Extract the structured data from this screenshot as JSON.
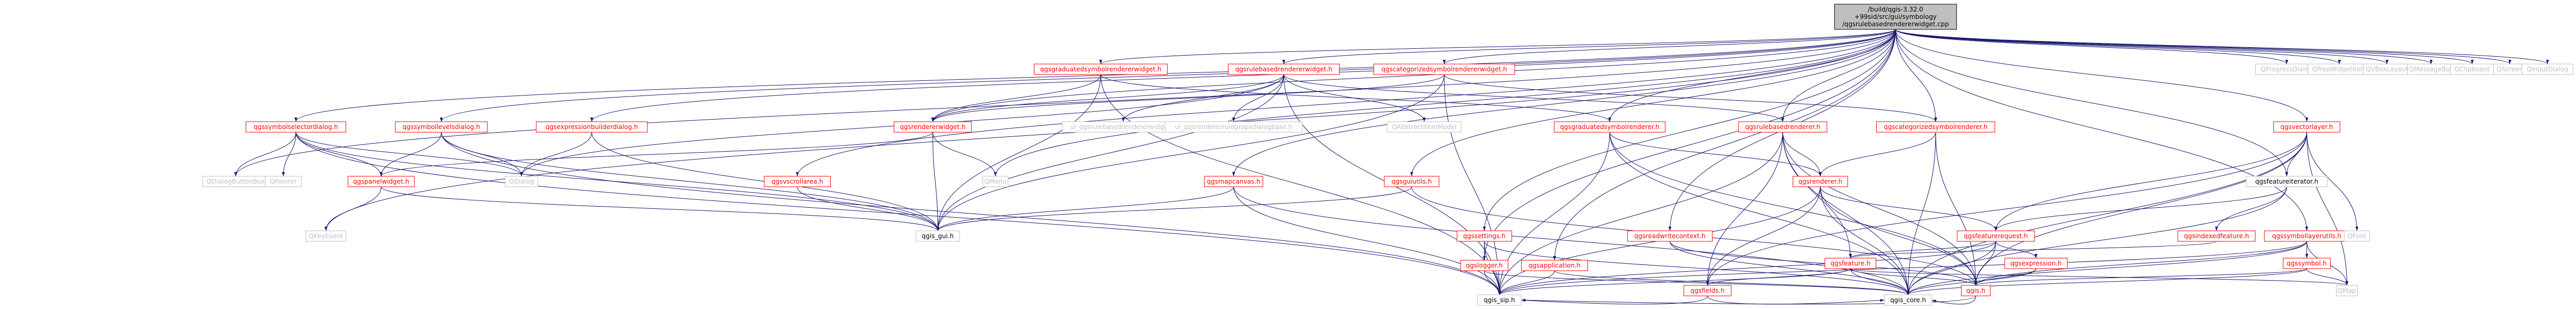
{
  "colors": {
    "edge": "#191970",
    "linked_text": "#ff0000",
    "unlinked_text": "#bfbfbf",
    "plain_text": "#000000",
    "root_fill": "#bfbfbf",
    "node_fill": "#ffffff",
    "node_stroke_linked": "#ff0000",
    "node_stroke_plain": "#bfbfbf"
  },
  "root": {
    "id": "root",
    "lines": [
      "/build/qgis-3.32.0",
      "+99sid/src/gui/symbology",
      "/qgsrulebasedrendererwidget.cpp"
    ]
  },
  "nodes": [
    {
      "id": "qgsgraduatedsymbolrendererwidget.h",
      "label": "qgsgraduatedsymbolrendererwidget.h",
      "style": "linked"
    },
    {
      "id": "qgsrulebasedrendererwidget.h",
      "label": "qgsrulebasedrendererwidget.h",
      "style": "linked"
    },
    {
      "id": "qgscategorizedsymbolrendererwidget.h",
      "label": "qgscategorizedsymbolrendererwidget.h",
      "style": "linked"
    },
    {
      "id": "qgsrendererwidget.h",
      "label": "qgsrendererwidget.h",
      "style": "linked"
    },
    {
      "id": "qgsgraduatedsymbolrenderer.h",
      "label": "qgsgraduatedsymbolrenderer.h",
      "style": "linked"
    },
    {
      "id": "qgsrulebasedrenderer.h",
      "label": "qgsrulebasedrenderer.h",
      "style": "linked"
    },
    {
      "id": "qgscategorizedsymbolrenderer.h",
      "label": "qgscategorizedsymbolrenderer.h",
      "style": "linked"
    },
    {
      "id": "qgsrenderer.h",
      "label": "qgsrenderer.h",
      "style": "linked"
    },
    {
      "id": "qgsfeaturerequest.h",
      "label": "qgsfeaturerequest.h",
      "style": "linked"
    },
    {
      "id": "qgsfeature.h",
      "label": "qgsfeature.h",
      "style": "linked"
    },
    {
      "id": "qgsfields.h",
      "label": "qgsfields.h",
      "style": "linked"
    },
    {
      "id": "qgis.h",
      "label": "qgis.h",
      "style": "linked"
    },
    {
      "id": "qgsexpression.h",
      "label": "qgsexpression.h",
      "style": "linked"
    },
    {
      "id": "qgsvectorlayer.h",
      "label": "qgsvectorlayer.h",
      "style": "linked"
    },
    {
      "id": "qgsfeatureiterator.h",
      "label": "qgsfeatureiterator.h",
      "style": "plain"
    },
    {
      "id": "qgsindexedfeature.h",
      "label": "qgsindexedfeature.h",
      "style": "linked"
    },
    {
      "id": "qgssymbollayerutils.h",
      "label": "qgssymbollayerutils.h",
      "style": "linked"
    },
    {
      "id": "qgssymbol.h",
      "label": "qgssymbol.h",
      "style": "linked"
    },
    {
      "id": "qgsreadwritecontext.h",
      "label": "qgsreadwritecontext.h",
      "style": "linked"
    },
    {
      "id": "qgssymbolselectordialog.h",
      "label": "qgssymbolselectordialog.h",
      "style": "linked"
    },
    {
      "id": "qgssymbollevelsdialog.h",
      "label": "qgssymbollevelsdialog.h",
      "style": "linked"
    },
    {
      "id": "qgsexpressionbuilderdialog.h",
      "label": "qgsexpressionbuilderdialog.h",
      "style": "linked"
    },
    {
      "id": "qgspanelwidget.h",
      "label": "qgspanelwidget.h",
      "style": "linked"
    },
    {
      "id": "qgsvscrollarea.h",
      "label": "qgsvscrollarea.h",
      "style": "linked"
    },
    {
      "id": "qgsmapcanvas.h",
      "label": "qgsmapcanvas.h",
      "style": "linked"
    },
    {
      "id": "qgsguiutils.h",
      "label": "qgsguiutils.h",
      "style": "linked"
    },
    {
      "id": "qgssettings.h",
      "label": "qgssettings.h",
      "style": "linked"
    },
    {
      "id": "qgslogger.h",
      "label": "qgslogger.h",
      "style": "linked"
    },
    {
      "id": "qgsapplication.h",
      "label": "qgsapplication.h",
      "style": "linked"
    },
    {
      "id": "qgis_gui.h",
      "label": "qgis_gui.h",
      "style": "plain"
    },
    {
      "id": "qgis_sip.h",
      "label": "qgis_sip.h",
      "style": "plain"
    },
    {
      "id": "qgis_core.h",
      "label": "qgis_core.h",
      "style": "plain"
    },
    {
      "id": "QDialog",
      "label": "QDialog",
      "style": "unlinked"
    },
    {
      "id": "QDialogButtonBox",
      "label": "QDialogButtonBox",
      "style": "unlinked"
    },
    {
      "id": "QPointer",
      "label": "QPointer",
      "style": "unlinked"
    },
    {
      "id": "QKeyEvent",
      "label": "QKeyEvent",
      "style": "unlinked"
    },
    {
      "id": "QMenu",
      "label": "QMenu",
      "style": "unlinked"
    },
    {
      "id": "ui_qgsrulebasedrendererwidget.h",
      "label": "ui_qgsrulebasedrendererwidget.h",
      "style": "unlinked"
    },
    {
      "id": "ui_qgsrendererrulepropsdialogbase.h",
      "label": "ui_qgsrendererrulepropsdialogbase.h",
      "style": "unlinked"
    },
    {
      "id": "QAbstractItemModel",
      "label": "QAbstractItemModel",
      "style": "unlinked"
    },
    {
      "id": "QFont",
      "label": "QFont",
      "style": "unlinked"
    },
    {
      "id": "QMap",
      "label": "QMap",
      "style": "unlinked"
    },
    {
      "id": "QProgressDialog",
      "label": "QProgressDialog",
      "style": "unlinked"
    },
    {
      "id": "QTreeWidgetItem",
      "label": "QTreeWidgetItem",
      "style": "unlinked"
    },
    {
      "id": "QVBoxLayout",
      "label": "QVBoxLayout",
      "style": "unlinked"
    },
    {
      "id": "QMessageBox",
      "label": "QMessageBox",
      "style": "unlinked"
    },
    {
      "id": "QClipboard",
      "label": "QClipboard",
      "style": "unlinked"
    },
    {
      "id": "QScreen",
      "label": "QScreen",
      "style": "unlinked"
    },
    {
      "id": "QInputDialog",
      "label": "QInputDialog",
      "style": "unlinked"
    }
  ],
  "edges": [
    [
      "root",
      "qgsgraduatedsymbolrendererwidget.h"
    ],
    [
      "root",
      "qgsrulebasedrendererwidget.h"
    ],
    [
      "root",
      "qgscategorizedsymbolrendererwidget.h"
    ],
    [
      "root",
      "qgsrendererwidget.h"
    ],
    [
      "root",
      "qgsgraduatedsymbolrenderer.h"
    ],
    [
      "root",
      "qgsrulebasedrenderer.h"
    ],
    [
      "root",
      "qgscategorizedsymbolrenderer.h"
    ],
    [
      "root",
      "qgsvectorlayer.h"
    ],
    [
      "root",
      "qgsfeatureiterator.h"
    ],
    [
      "root",
      "qgssymbollayerutils.h"
    ],
    [
      "root",
      "qgsreadwritecontext.h"
    ],
    [
      "root",
      "qgssymbolselectordialog.h"
    ],
    [
      "root",
      "qgssymbollevelsdialog.h"
    ],
    [
      "root",
      "qgsexpressionbuilderdialog.h"
    ],
    [
      "root",
      "qgsvscrollarea.h"
    ],
    [
      "root",
      "qgsmapcanvas.h"
    ],
    [
      "root",
      "qgsguiutils.h"
    ],
    [
      "root",
      "qgssettings.h"
    ],
    [
      "root",
      "qgslogger.h"
    ],
    [
      "root",
      "qgsapplication.h"
    ],
    [
      "root",
      "QDialogButtonBox"
    ],
    [
      "root",
      "QKeyEvent"
    ],
    [
      "root",
      "QMenu"
    ],
    [
      "root",
      "QProgressDialog"
    ],
    [
      "root",
      "QTreeWidgetItem"
    ],
    [
      "root",
      "QVBoxLayout"
    ],
    [
      "root",
      "QMessageBox"
    ],
    [
      "root",
      "QClipboard"
    ],
    [
      "root",
      "QScreen"
    ],
    [
      "root",
      "QInputDialog"
    ],
    [
      "qgsgraduatedsymbolrendererwidget.h",
      "qgsrendererwidget.h"
    ],
    [
      "qgsgraduatedsymbolrendererwidget.h",
      "qgsgraduatedsymbolrenderer.h"
    ],
    [
      "qgsgraduatedsymbolrendererwidget.h",
      "qgis_gui.h"
    ],
    [
      "qgsgraduatedsymbolrendererwidget.h",
      "qgis_sip.h"
    ],
    [
      "qgsrulebasedrendererwidget.h",
      "qgsrendererwidget.h"
    ],
    [
      "qgsrulebasedrendererwidget.h",
      "ui_qgsrulebasedrendererwidget.h"
    ],
    [
      "qgsrulebasedrendererwidget.h",
      "ui_qgsrendererrulepropsdialogbase.h"
    ],
    [
      "qgsrulebasedrendererwidget.h",
      "QAbstractItemModel"
    ],
    [
      "qgsrulebasedrendererwidget.h",
      "qgsrulebasedrenderer.h"
    ],
    [
      "qgsrulebasedrendererwidget.h",
      "QDialog"
    ],
    [
      "qgsrulebasedrendererwidget.h",
      "qgis_gui.h"
    ],
    [
      "qgsrulebasedrendererwidget.h",
      "qgis_sip.h"
    ],
    [
      "qgscategorizedsymbolrendererwidget.h",
      "qgsrendererwidget.h"
    ],
    [
      "qgscategorizedsymbolrendererwidget.h",
      "qgscategorizedsymbolrenderer.h"
    ],
    [
      "qgscategorizedsymbolrendererwidget.h",
      "qgis_gui.h"
    ],
    [
      "qgscategorizedsymbolrendererwidget.h",
      "qgis_sip.h"
    ],
    [
      "qgsrendererwidget.h",
      "QMenu"
    ],
    [
      "qgsrendererwidget.h",
      "qgis_gui.h"
    ],
    [
      "qgsrendererwidget.h",
      "qgspanelwidget.h"
    ],
    [
      "qgsgraduatedsymbolrenderer.h",
      "qgsrenderer.h"
    ],
    [
      "qgsgraduatedsymbolrenderer.h",
      "qgis_core.h"
    ],
    [
      "qgsgraduatedsymbolrenderer.h",
      "qgis_sip.h"
    ],
    [
      "qgsgraduatedsymbolrenderer.h",
      "qgis.h"
    ],
    [
      "qgsrulebasedrenderer.h",
      "qgsrenderer.h"
    ],
    [
      "qgsrulebasedrenderer.h",
      "qgis_core.h"
    ],
    [
      "qgsrulebasedrenderer.h",
      "qgis_sip.h"
    ],
    [
      "qgsrulebasedrenderer.h",
      "qgsfields.h"
    ],
    [
      "qgsrulebasedrenderer.h",
      "qgsfeature.h"
    ],
    [
      "qgsrulebasedrenderer.h",
      "qgis.h"
    ],
    [
      "qgscategorizedsymbolrenderer.h",
      "qgsrenderer.h"
    ],
    [
      "qgscategorizedsymbolrenderer.h",
      "qgis_core.h"
    ],
    [
      "qgscategorizedsymbolrenderer.h",
      "qgis.h"
    ],
    [
      "qgsrenderer.h",
      "qgis_core.h"
    ],
    [
      "qgsrenderer.h",
      "qgis_sip.h"
    ],
    [
      "qgsrenderer.h",
      "qgis.h"
    ],
    [
      "qgsrenderer.h",
      "qgsfields.h"
    ],
    [
      "qgsrenderer.h",
      "qgsfeaturerequest.h"
    ],
    [
      "qgsfeaturerequest.h",
      "qgis_core.h"
    ],
    [
      "qgsfeaturerequest.h",
      "qgis_sip.h"
    ],
    [
      "qgsfeaturerequest.h",
      "qgsfeature.h"
    ],
    [
      "qgsfeaturerequest.h",
      "qgsexpression.h"
    ],
    [
      "qgsfeaturerequest.h",
      "qgis.h"
    ],
    [
      "qgsfeature.h",
      "qgis_core.h"
    ],
    [
      "qgsfeature.h",
      "qgis_sip.h"
    ],
    [
      "qgsfeature.h",
      "qgsfields.h"
    ],
    [
      "qgsfeature.h",
      "qgis.h"
    ],
    [
      "qgsfeature.h",
      "QMap"
    ],
    [
      "qgsfields.h",
      "qgis_core.h"
    ],
    [
      "qgsfields.h",
      "qgis_sip.h"
    ],
    [
      "qgis.h",
      "qgis_core.h"
    ],
    [
      "qgis.h",
      "qgis_sip.h"
    ],
    [
      "qgsexpression.h",
      "qgis_core.h"
    ],
    [
      "qgsexpression.h",
      "qgis.h"
    ],
    [
      "qgsvectorlayer.h",
      "qgis_core.h"
    ],
    [
      "qgsvectorlayer.h",
      "QFont"
    ],
    [
      "qgsvectorlayer.h",
      "qgsfeatureiterator.h"
    ],
    [
      "qgsvectorlayer.h",
      "qgsfeaturerequest.h"
    ],
    [
      "qgsvectorlayer.h",
      "qgsfields.h"
    ],
    [
      "qgsvectorlayer.h",
      "qgis.h"
    ],
    [
      "qgsvectorlayer.h",
      "QMap"
    ],
    [
      "qgsfeatureiterator.h",
      "qgsfeaturerequest.h"
    ],
    [
      "qgsfeatureiterator.h",
      "qgsindexedfeature.h"
    ],
    [
      "qgsfeatureiterator.h",
      "qgis_core.h"
    ],
    [
      "qgsindexedfeature.h",
      "qgsfeature.h"
    ],
    [
      "qgssymbollayerutils.h",
      "qgis_core.h"
    ],
    [
      "qgssymbollayerutils.h",
      "qgis_sip.h"
    ],
    [
      "qgssymbollayerutils.h",
      "qgis.h"
    ],
    [
      "qgssymbollayerutils.h",
      "qgssymbol.h"
    ],
    [
      "qgssymbollayerutils.h",
      "QMap"
    ],
    [
      "qgssymbol.h",
      "qgis_core.h"
    ],
    [
      "qgssymbol.h",
      "qgis.h"
    ],
    [
      "qgssymbol.h",
      "QMap"
    ],
    [
      "qgsreadwritecontext.h",
      "qgis.h"
    ],
    [
      "qgsreadwritecontext.h",
      "qgis_core.h"
    ],
    [
      "qgssymbolselectordialog.h",
      "QDialog"
    ],
    [
      "qgssymbolselectordialog.h",
      "QDialogButtonBox"
    ],
    [
      "qgssymbolselectordialog.h",
      "QPointer"
    ],
    [
      "qgssymbolselectordialog.h",
      "qgspanelwidget.h"
    ],
    [
      "qgssymbolselectordialog.h",
      "qgis_gui.h"
    ],
    [
      "qgssymbolselectordialog.h",
      "qgis_sip.h"
    ],
    [
      "qgssymbollevelsdialog.h",
      "QDialog"
    ],
    [
      "qgssymbollevelsdialog.h",
      "qgspanelwidget.h"
    ],
    [
      "qgssymbollevelsdialog.h",
      "qgis_gui.h"
    ],
    [
      "qgssymbollevelsdialog.h",
      "qgis_sip.h"
    ],
    [
      "qgsexpressionbuilderdialog.h",
      "QDialog"
    ],
    [
      "qgsexpressionbuilderdialog.h",
      "qgis_gui.h"
    ],
    [
      "qgspanelwidget.h",
      "QKeyEvent"
    ],
    [
      "qgspanelwidget.h",
      "qgis_gui.h"
    ],
    [
      "qgsvscrollarea.h",
      "qgis_gui.h"
    ],
    [
      "qgsmapcanvas.h",
      "qgis_gui.h"
    ],
    [
      "qgsmapcanvas.h",
      "qgis_core.h"
    ],
    [
      "qgsmapcanvas.h",
      "qgis_sip.h"
    ],
    [
      "qgsguiutils.h",
      "qgis_gui.h"
    ],
    [
      "qgsguiutils.h",
      "qgis.h"
    ],
    [
      "qgssettings.h",
      "qgis_core.h"
    ],
    [
      "qgssettings.h",
      "qgis_sip.h"
    ],
    [
      "qgssettings.h",
      "qgslogger.h"
    ],
    [
      "qgslogger.h",
      "qgis_core.h"
    ],
    [
      "qgslogger.h",
      "qgis_sip.h"
    ],
    [
      "qgsapplication.h",
      "qgis_core.h"
    ],
    [
      "qgsapplication.h",
      "qgis_sip.h"
    ]
  ]
}
